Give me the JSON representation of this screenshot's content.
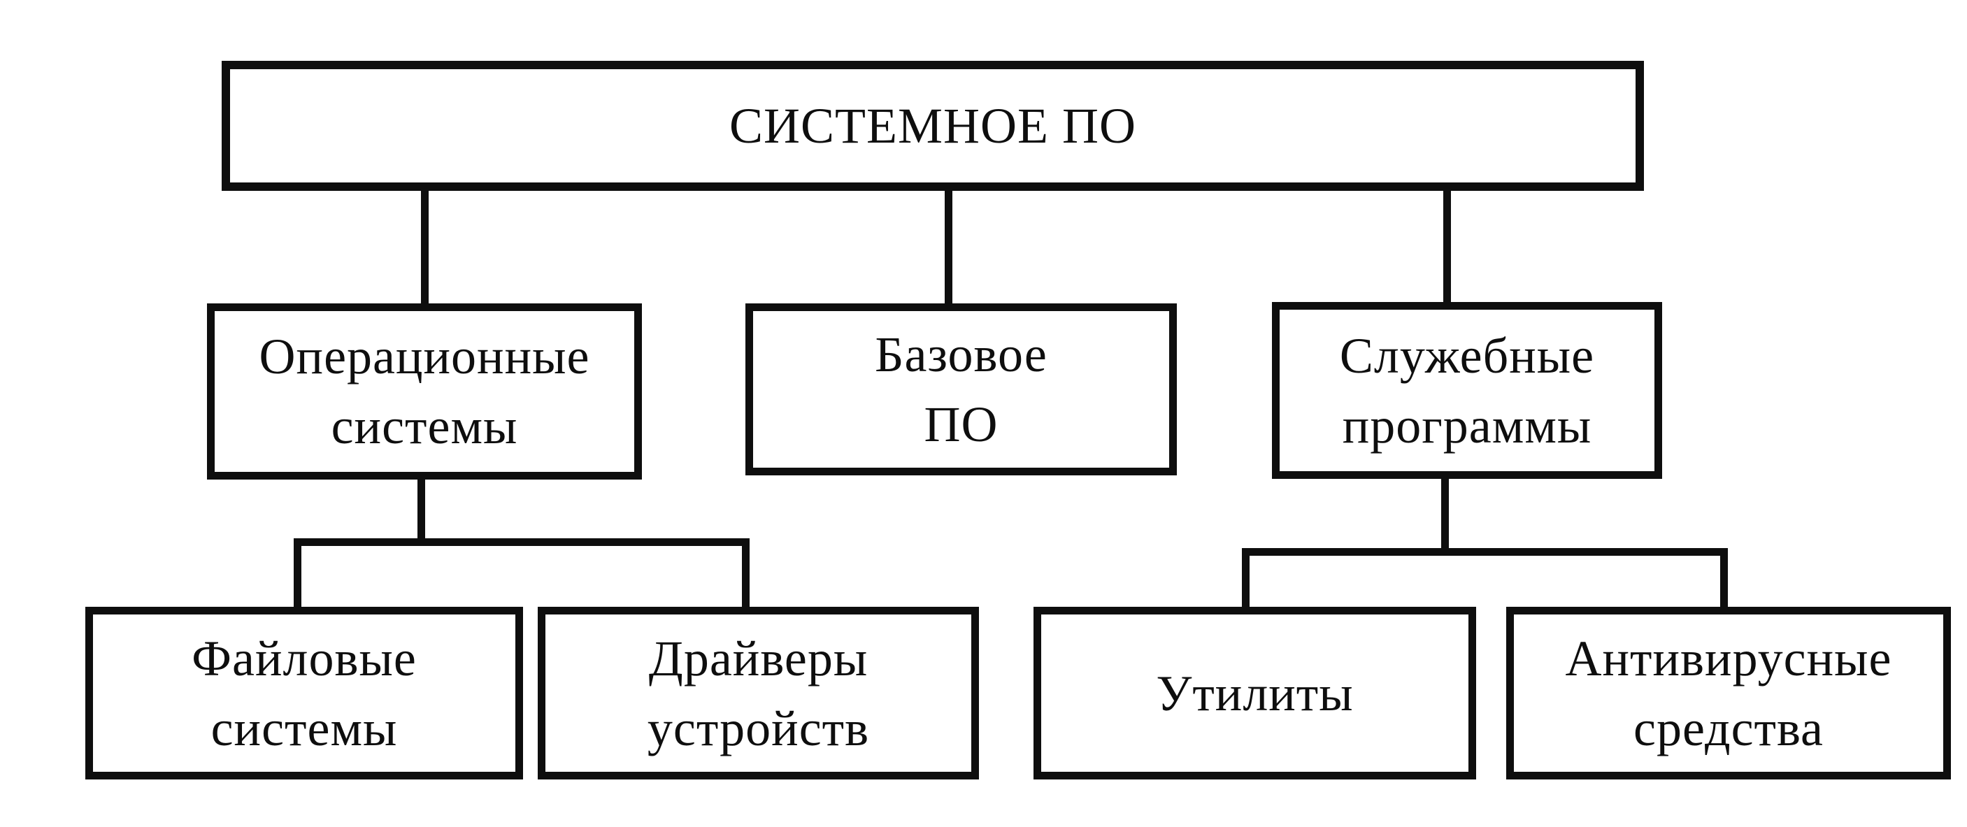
{
  "diagram": {
    "background": "#ffffff",
    "line_color": "#0e0e0e",
    "text_color": "#0e0e0e",
    "nodes": {
      "root": {
        "label": "СИСТЕМНОЕ ПО",
        "lines": [
          "СИСТЕМНОЕ ПО"
        ]
      },
      "os": {
        "label": "Операционные системы",
        "lines": [
          "Операционные",
          "системы"
        ]
      },
      "base": {
        "label": "Базовое ПО",
        "lines": [
          "Базовое",
          "ПО"
        ]
      },
      "service": {
        "label": "Служебные программы",
        "lines": [
          "Служебные",
          "программы"
        ]
      },
      "files": {
        "label": "Файловые системы",
        "lines": [
          "Файловые",
          "системы"
        ]
      },
      "drivers": {
        "label": "Драйверы устройств",
        "lines": [
          "Драйверы",
          "устройств"
        ]
      },
      "utils": {
        "label": "Утилиты",
        "lines": [
          "Утилиты"
        ]
      },
      "antivirus": {
        "label": "Антивирусные средства",
        "lines": [
          "Антивирусные",
          "средства"
        ]
      }
    },
    "edges": [
      {
        "from": "root",
        "to": "os"
      },
      {
        "from": "root",
        "to": "base"
      },
      {
        "from": "root",
        "to": "service"
      },
      {
        "from": "os",
        "to": "files"
      },
      {
        "from": "os",
        "to": "drivers"
      },
      {
        "from": "service",
        "to": "utils"
      },
      {
        "from": "service",
        "to": "antivirus"
      }
    ]
  }
}
